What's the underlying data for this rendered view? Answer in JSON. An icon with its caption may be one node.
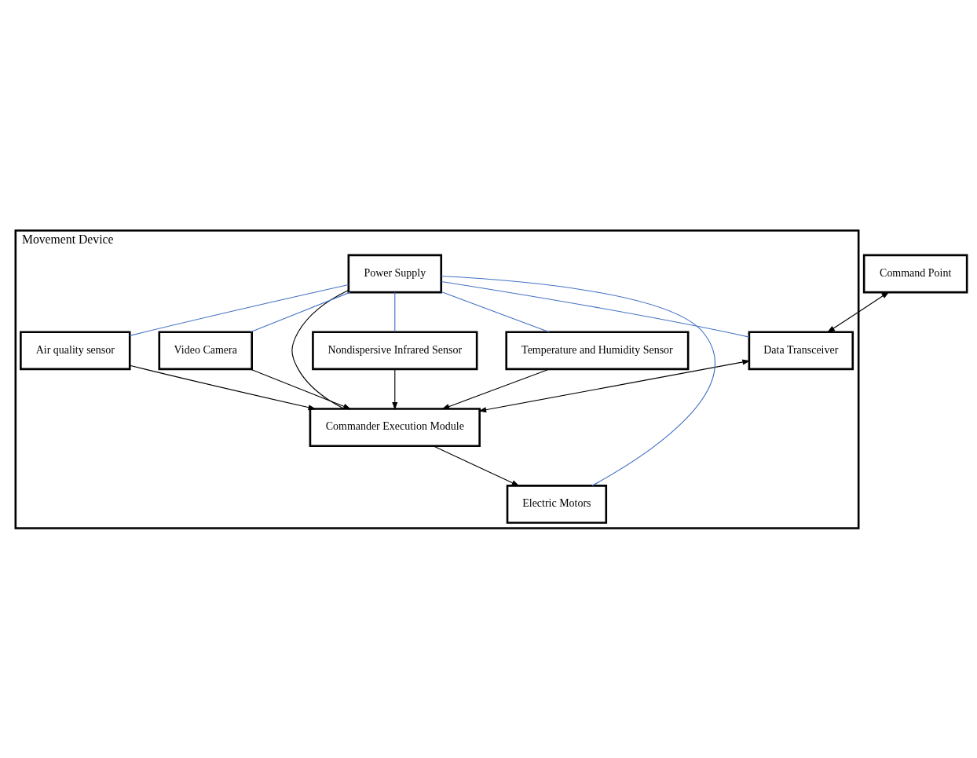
{
  "diagram": {
    "nodes": [
      {
        "text": [
          "Movement Device"
        ]
      },
      {
        "text": [
          "Command Point"
        ]
      },
      {
        "text": [
          "Data Transceiver"
        ],
        "in": 0
      },
      {
        "text": [
          "Power Supply"
        ],
        "in": 0
      },
      {
        "text": [
          "Commander Execution Module"
        ],
        "in": 0
      },
      {
        "text": [
          "Nondispersive Infrared Sensor"
        ],
        "in": 0
      },
      {
        "text": [
          "Temperature and Humidity Sensor"
        ],
        "in": 0
      },
      {
        "text": [
          "Electric Motors"
        ],
        "in": 0
      },
      {
        "text": [
          "Air quality sensor"
        ],
        "in": 0
      },
      {
        "text": [
          "Video Camera"
        ],
        "in": 0
      }
    ],
    "edges": [
      {
        "from": 1,
        "to": 2,
        "arrow": "both"
      },
      {
        "from": 2,
        "to": 4,
        "arrow": "both"
      },
      {
        "from": 3,
        "to": 4,
        "arrow": "none"
      },
      {
        "from": 5,
        "to": 4,
        "arrow": "to"
      },
      {
        "from": 6,
        "to": 4,
        "arrow": "to"
      },
      {
        "from": 4,
        "to": 7,
        "arrow": "to"
      },
      {
        "from": 8,
        "to": 4,
        "arrow": "to"
      },
      {
        "from": 9,
        "to": 4,
        "arrow": "to"
      },
      {
        "from": 3,
        "to": 2,
        "arrow": "none",
        "color": "#4472c4"
      },
      {
        "from": 3,
        "to": 5,
        "arrow": "none",
        "color": "#4472c4"
      },
      {
        "from": 3,
        "to": 6,
        "arrow": "none",
        "color": "#4472c4"
      },
      {
        "from": 3,
        "to": 7,
        "arrow": "none",
        "color": "#4472c4"
      },
      {
        "from": 3,
        "to": 8,
        "arrow": "none",
        "color": "#4472c4"
      },
      {
        "from": 3,
        "to": 9,
        "arrow": "none",
        "color": "#4472c4"
      }
    ]
  }
}
